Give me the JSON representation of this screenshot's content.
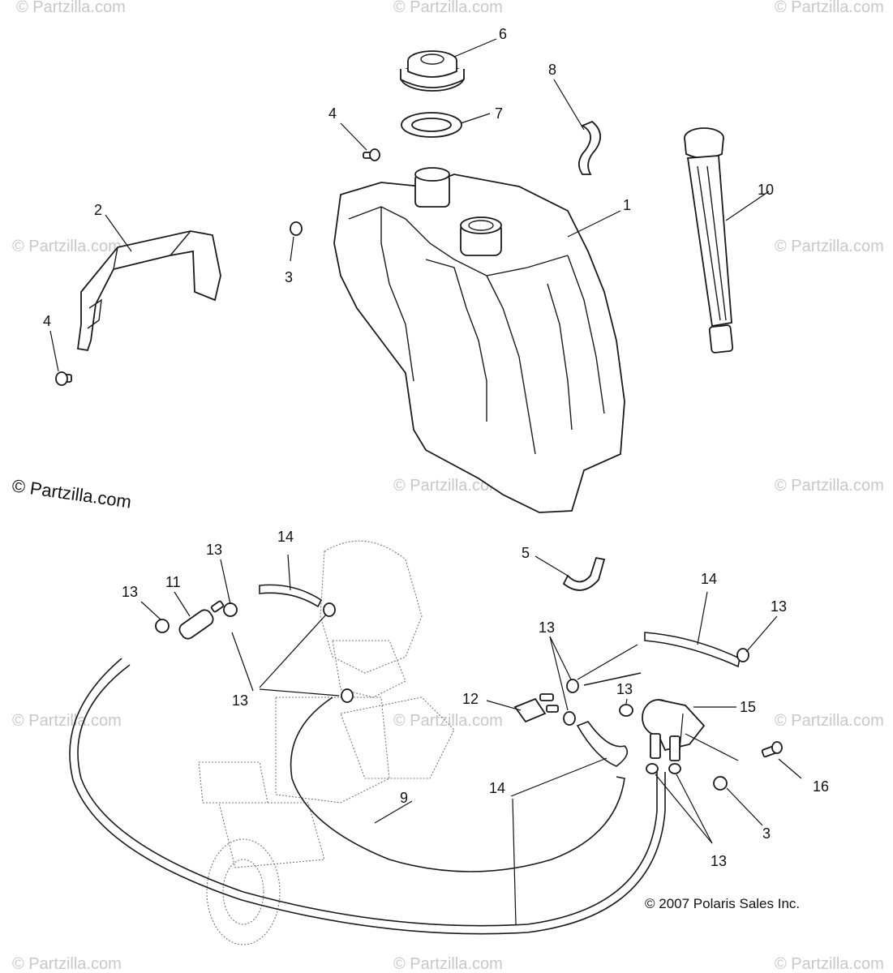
{
  "watermarks": [
    "© Partzilla.com"
  ],
  "main_watermark": "© Partzilla.com",
  "copyright": "© 2007  Polaris Sales Inc.",
  "callouts": {
    "c1": "1",
    "c2": "2",
    "c3a": "3",
    "c3b": "3",
    "c4a": "4",
    "c4b": "4",
    "c5": "5",
    "c6": "6",
    "c7": "7",
    "c8": "8",
    "c9": "9",
    "c10": "10",
    "c11": "11",
    "c12": "12",
    "c13a": "13",
    "c13b": "13",
    "c13c": "13",
    "c13d": "13",
    "c13e": "13",
    "c13f": "13",
    "c13g": "13",
    "c14a": "14",
    "c14b": "14",
    "c14c": "14",
    "c15": "15",
    "c16": "16"
  }
}
